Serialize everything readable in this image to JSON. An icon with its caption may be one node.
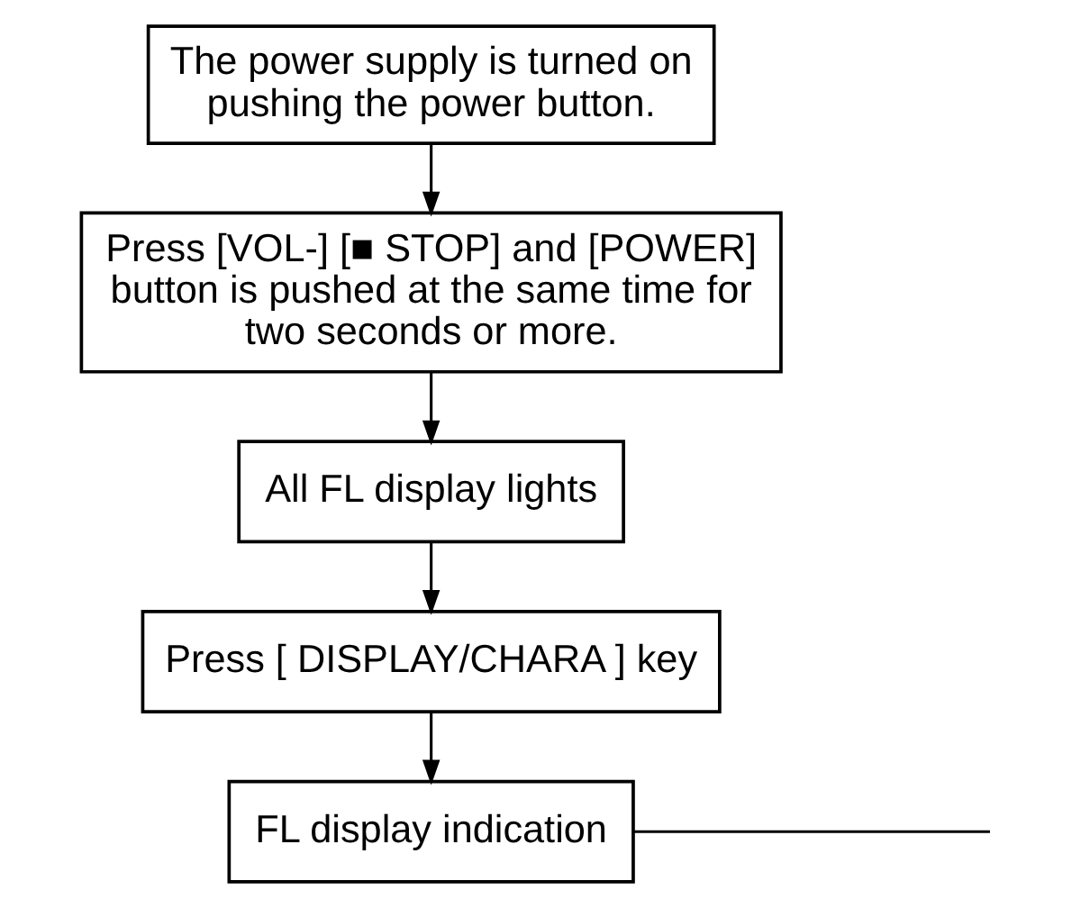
{
  "diagram": {
    "nodes": [
      {
        "text": [
          "The power supply is turned on pushing the power button."
        ]
      },
      {
        "text": [
          "Press [VOL-] [■ STOP] and [POWER] button is pushed at the same time for two seconds or more."
        ]
      },
      {
        "text": [
          "All FL display lights"
        ]
      },
      {
        "text": [
          "Press [ DISPLAY/CHARA ] key"
        ]
      },
      {
        "text": [
          "FL display indication"
        ]
      }
    ],
    "edges": [
      {
        "from": 0,
        "to": 1,
        "arrow": "to"
      },
      {
        "from": 1,
        "to": 2,
        "arrow": "to"
      },
      {
        "from": 2,
        "to": 3,
        "arrow": "to"
      },
      {
        "from": 3,
        "to": 4,
        "arrow": "to"
      },
      {
        "from": 4,
        "to": null,
        "arrow": "none"
      }
    ]
  }
}
